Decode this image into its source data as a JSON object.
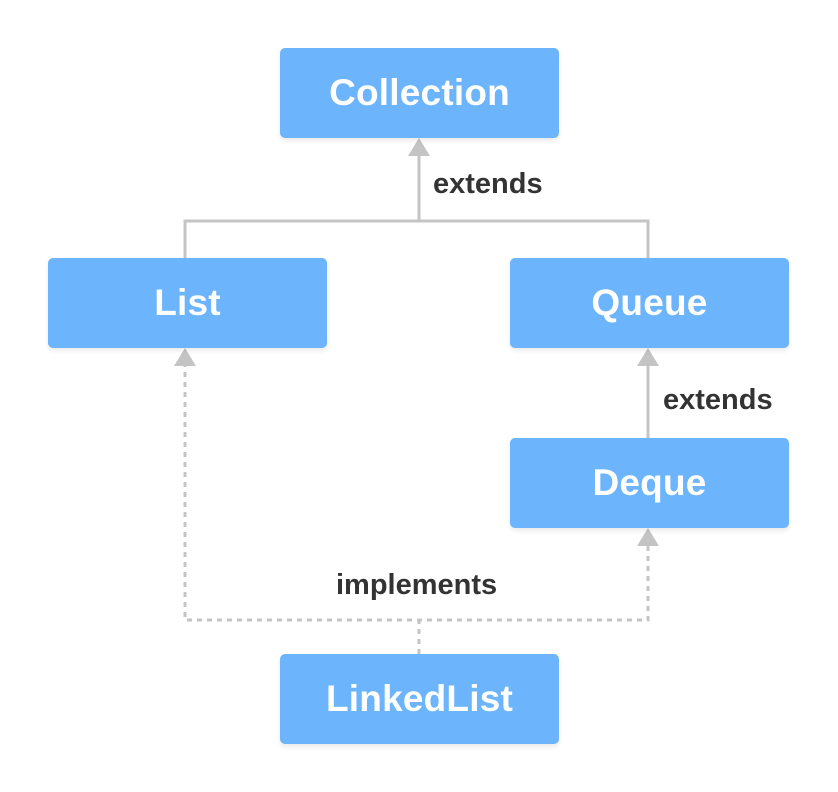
{
  "nodes": {
    "collection": "Collection",
    "list": "List",
    "queue": "Queue",
    "deque": "Deque",
    "linkedlist": "LinkedList"
  },
  "edges": {
    "collection_extends": "extends",
    "queue_extends": "extends",
    "implements": "implements"
  },
  "colors": {
    "node_fill": "#6cb4fc",
    "node_text": "#ffffff",
    "line": "#c4c4c4",
    "label_text": "#333333"
  }
}
